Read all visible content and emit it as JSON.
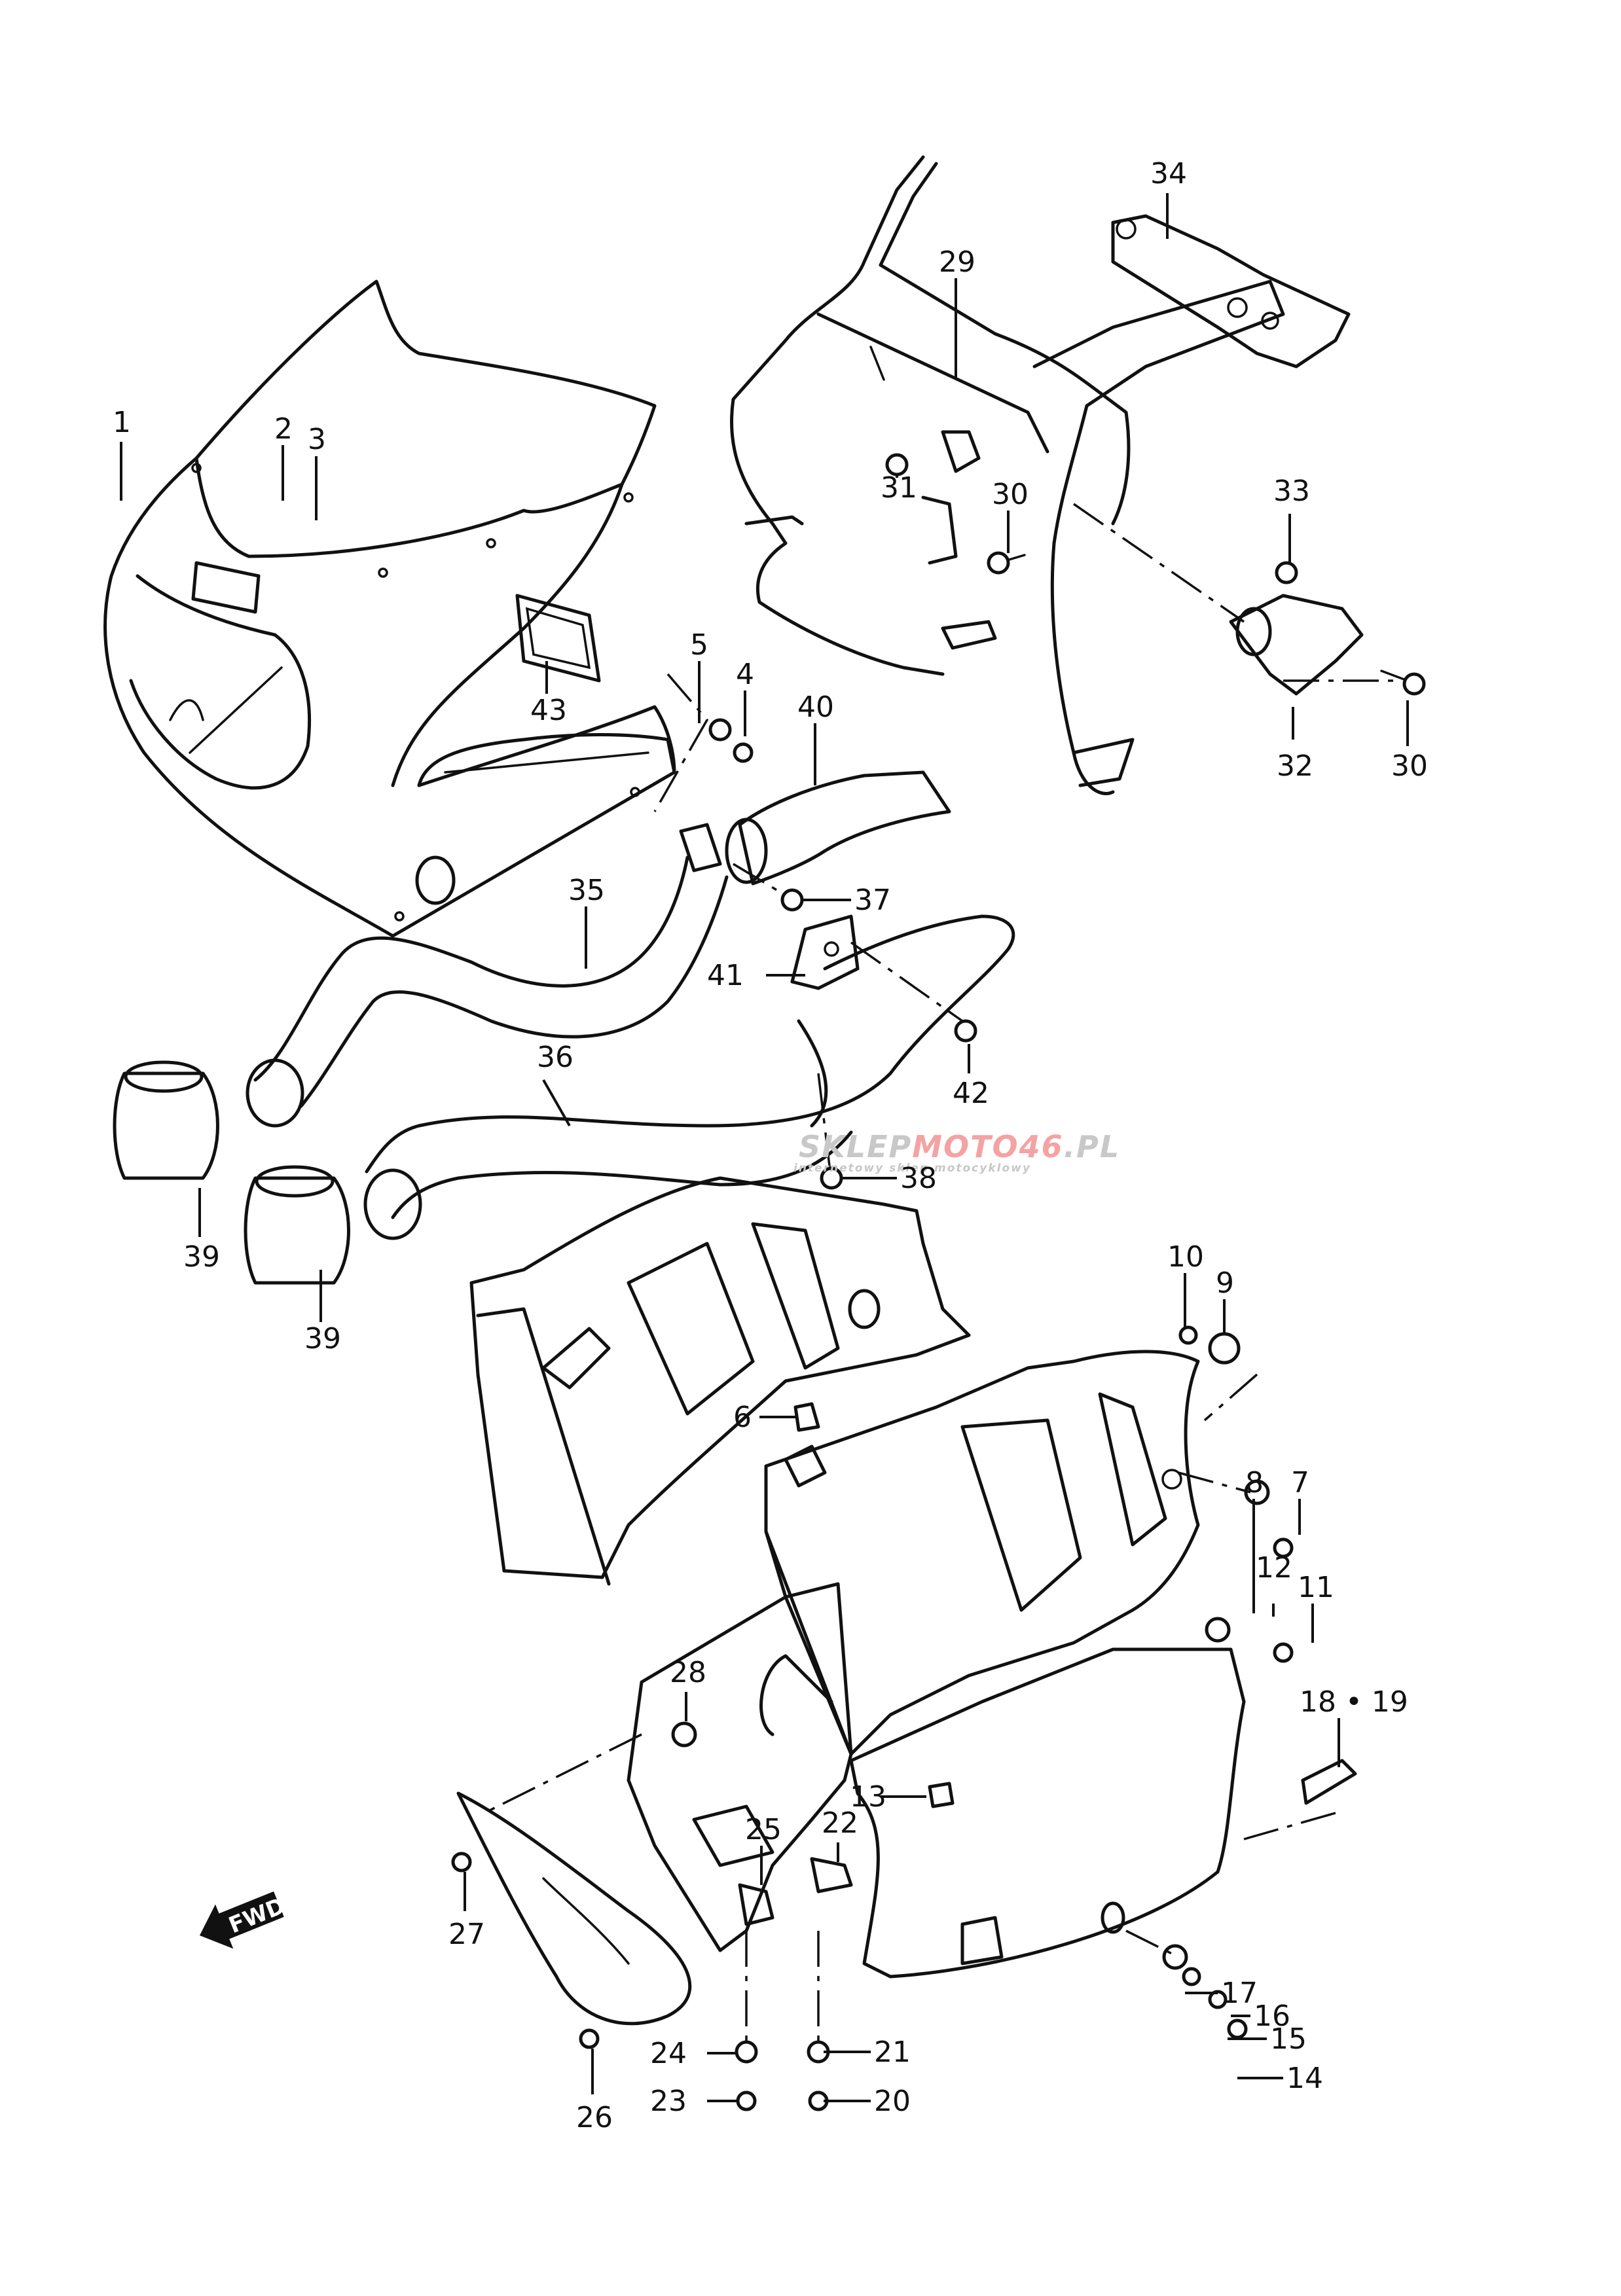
{
  "diagram": {
    "title": "",
    "direction_indicator": "FWD",
    "watermark": {
      "brand_gray": "SKLEP",
      "brand_red": "MOTO46",
      "brand_suffix": ".PL",
      "tagline": "internetowy sklep motocyklowy",
      "colors": {
        "gray": "#c8c8c8",
        "red": "#f4a3a3"
      }
    },
    "callouts": [
      {
        "id": "1",
        "label": "1"
      },
      {
        "id": "2",
        "label": "2"
      },
      {
        "id": "3",
        "label": "3"
      },
      {
        "id": "4",
        "label": "4"
      },
      {
        "id": "5",
        "label": "5"
      },
      {
        "id": "6",
        "label": "6"
      },
      {
        "id": "7",
        "label": "7"
      },
      {
        "id": "8",
        "label": "8"
      },
      {
        "id": "9",
        "label": "9"
      },
      {
        "id": "10",
        "label": "10"
      },
      {
        "id": "11",
        "label": "11"
      },
      {
        "id": "12",
        "label": "12"
      },
      {
        "id": "13",
        "label": "13"
      },
      {
        "id": "14",
        "label": "14"
      },
      {
        "id": "15",
        "label": "15"
      },
      {
        "id": "16",
        "label": "16"
      },
      {
        "id": "17",
        "label": "17"
      },
      {
        "id": "18-19",
        "label": "18 • 19"
      },
      {
        "id": "20",
        "label": "20"
      },
      {
        "id": "21",
        "label": "21"
      },
      {
        "id": "22",
        "label": "22"
      },
      {
        "id": "23",
        "label": "23"
      },
      {
        "id": "24",
        "label": "24"
      },
      {
        "id": "25",
        "label": "25"
      },
      {
        "id": "26",
        "label": "26"
      },
      {
        "id": "27",
        "label": "27"
      },
      {
        "id": "28",
        "label": "28"
      },
      {
        "id": "29",
        "label": "29"
      },
      {
        "id": "30a",
        "label": "30"
      },
      {
        "id": "30b",
        "label": "30"
      },
      {
        "id": "31",
        "label": "31"
      },
      {
        "id": "32",
        "label": "32"
      },
      {
        "id": "33",
        "label": "33"
      },
      {
        "id": "34",
        "label": "34"
      },
      {
        "id": "35",
        "label": "35"
      },
      {
        "id": "36",
        "label": "36"
      },
      {
        "id": "37",
        "label": "37"
      },
      {
        "id": "38",
        "label": "38"
      },
      {
        "id": "39a",
        "label": "39"
      },
      {
        "id": "39b",
        "label": "39"
      },
      {
        "id": "40",
        "label": "40"
      },
      {
        "id": "41",
        "label": "41"
      },
      {
        "id": "42",
        "label": "42"
      },
      {
        "id": "43",
        "label": "43"
      }
    ]
  }
}
